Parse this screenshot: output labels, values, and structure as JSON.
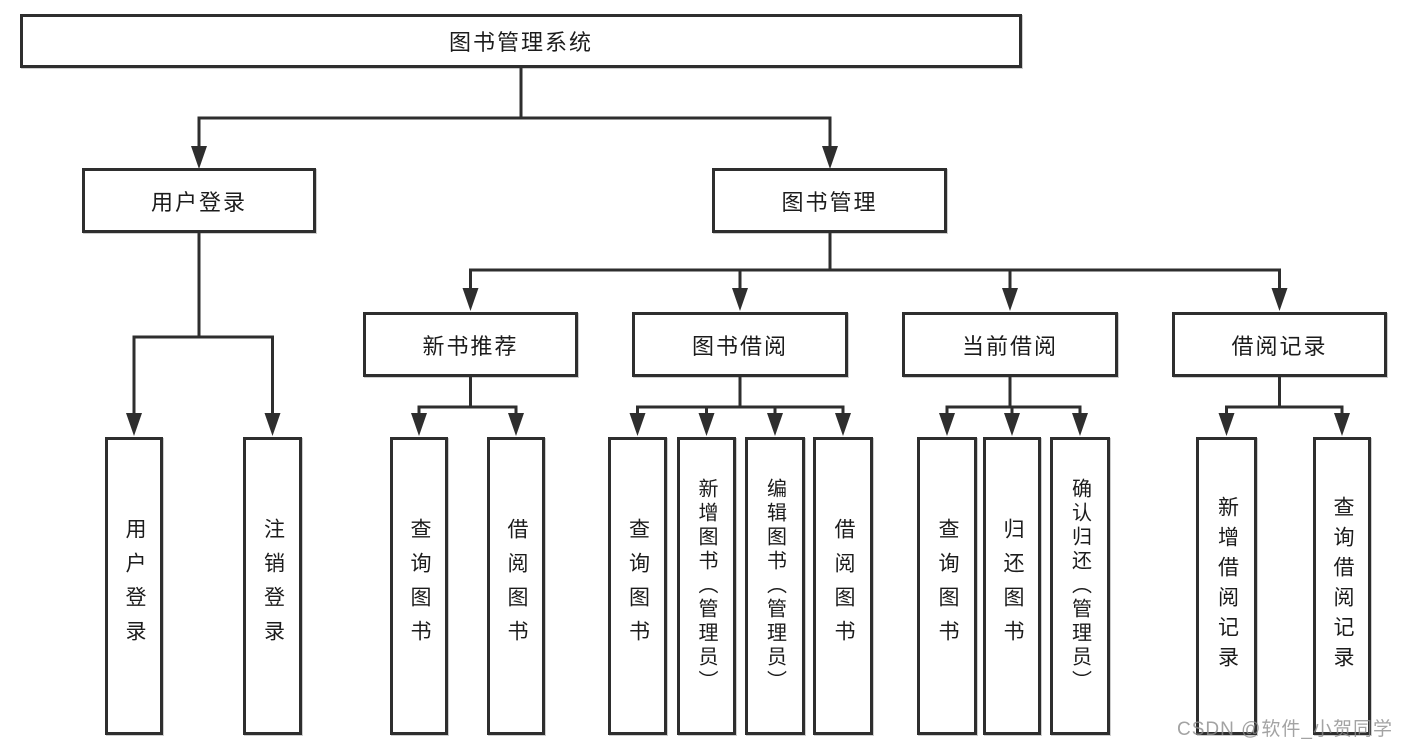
{
  "tree": {
    "label": "图书管理系统",
    "children": [
      {
        "label": "用户登录",
        "children": [
          {
            "label": "用户登录"
          },
          {
            "label": "注销登录"
          }
        ]
      },
      {
        "label": "图书管理",
        "children": [
          {
            "label": "新书推荐",
            "children": [
              {
                "label": "查询图书"
              },
              {
                "label": "借阅图书"
              }
            ]
          },
          {
            "label": "图书借阅",
            "children": [
              {
                "label": "查询图书"
              },
              {
                "label": "新增图书（管理员）"
              },
              {
                "label": "编辑图书（管理员）"
              },
              {
                "label": "借阅图书"
              }
            ]
          },
          {
            "label": "当前借阅",
            "children": [
              {
                "label": "查询图书"
              },
              {
                "label": "归还图书"
              },
              {
                "label": "确认归还（管理员）"
              }
            ]
          },
          {
            "label": "借阅记录",
            "children": [
              {
                "label": "新增借阅记录"
              },
              {
                "label": "查询借阅记录"
              }
            ]
          }
        ]
      }
    ]
  },
  "watermark": "CSDN @软件_小贺同学",
  "colors": {
    "line": "#2e2e2e",
    "text": "#1c1c1c",
    "watermark": "#8c8c8c"
  }
}
